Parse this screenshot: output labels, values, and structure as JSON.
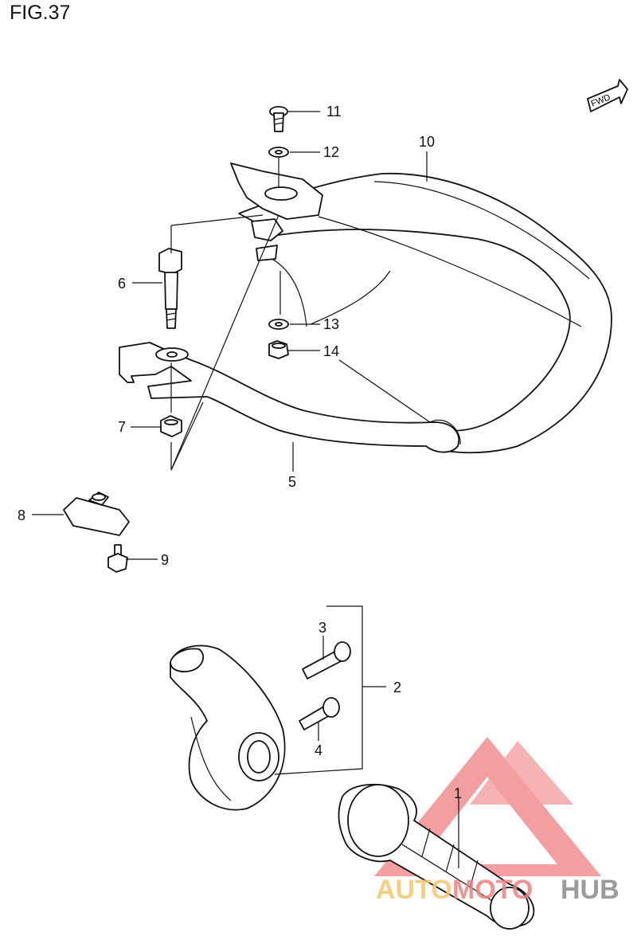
{
  "figure": {
    "title": "FIG.37"
  },
  "fwd_label": "FWD",
  "callouts": {
    "p1": "1",
    "p2": "2",
    "p3": "3",
    "p4": "4",
    "p5": "5",
    "p6": "6",
    "p7": "7",
    "p8": "8",
    "p9": "9",
    "p10": "10",
    "p11": "11",
    "p12": "12",
    "p13": "13",
    "p14": "14"
  },
  "watermark": {
    "part1": "AUTO",
    "part2": "MOTO",
    "part3": "HUB",
    "colors": {
      "logo": "#f08080",
      "auto": "#f6c56a",
      "moto": "#f08080",
      "hub": "#8a8a8a"
    }
  }
}
